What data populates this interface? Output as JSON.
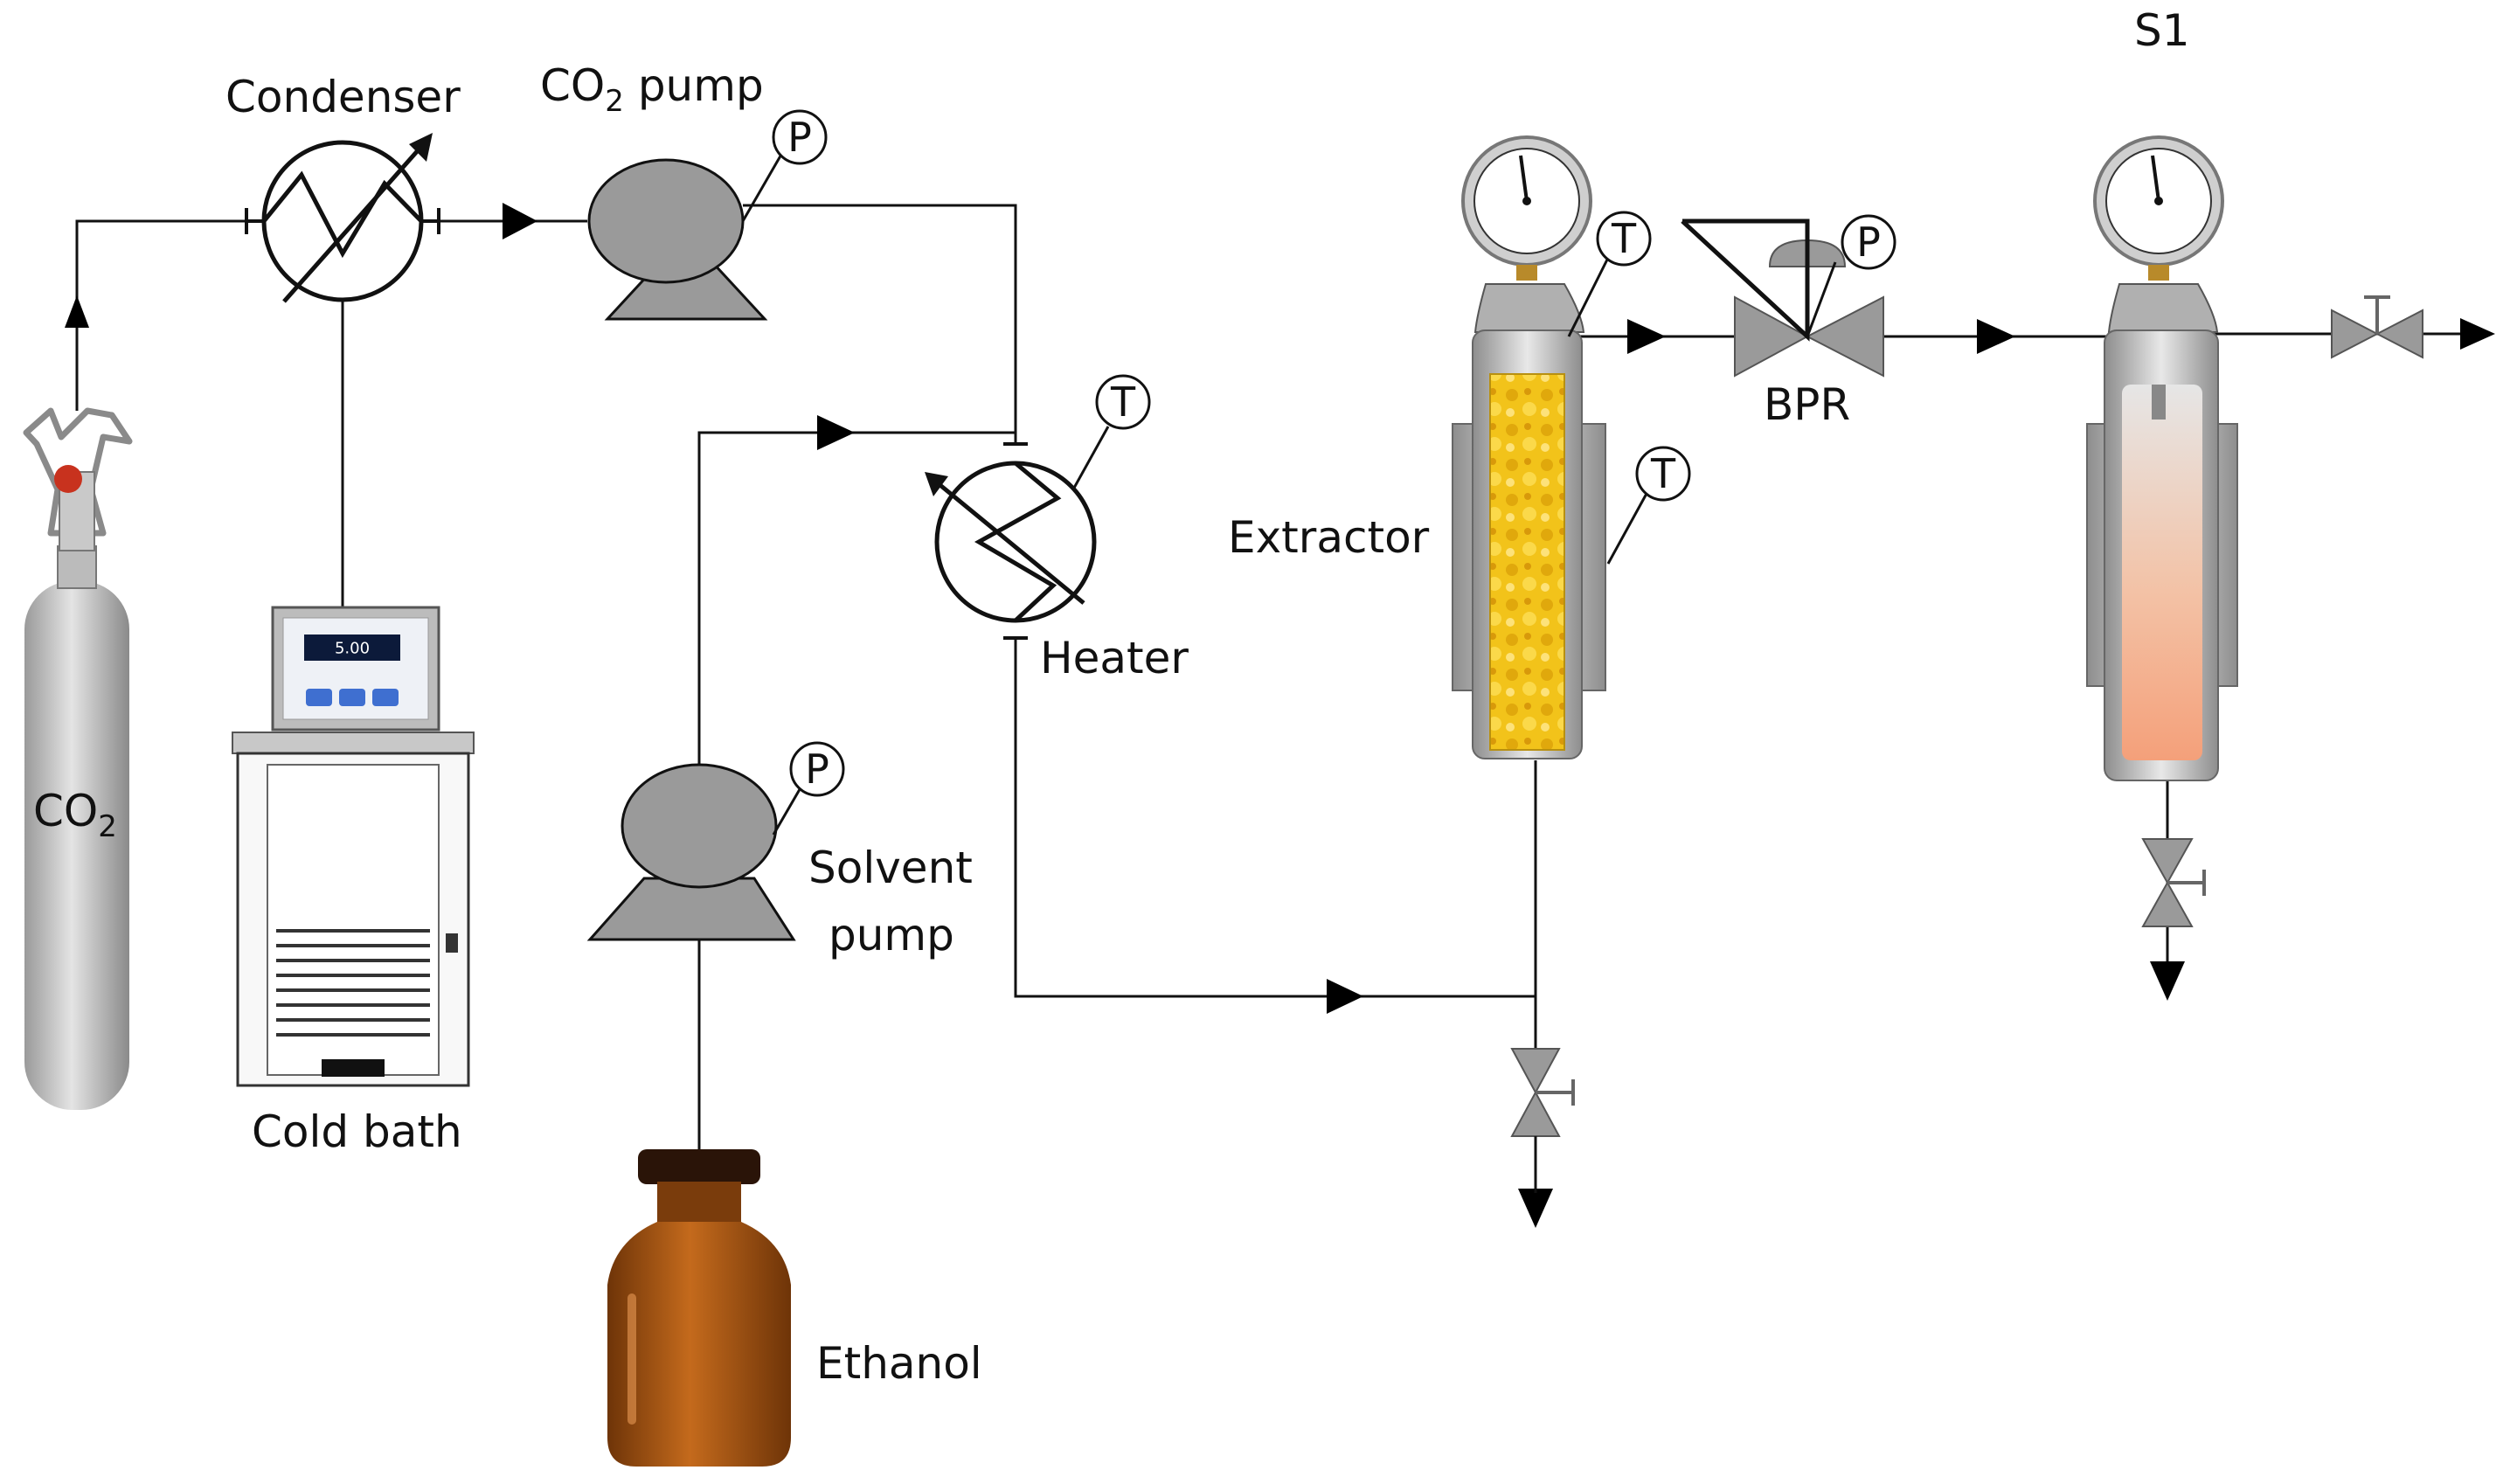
{
  "labels": {
    "condenser": "Condenser",
    "co2_pump_pre": "CO",
    "co2_pump_sub": "2",
    "co2_pump_post": " pump",
    "co2_cylinder_pre": "CO",
    "co2_cylinder_sub": "2",
    "cold_bath": "Cold bath",
    "heater": "Heater",
    "solvent_pump_line1": "Solvent",
    "solvent_pump_line2": "pump",
    "ethanol": "Ethanol",
    "extractor": "Extractor",
    "bpr": "BPR",
    "separator": "S1"
  },
  "instrument_tags": {
    "co2_pump_pressure": "P",
    "heater_temperature": "T",
    "solvent_pump_pressure": "P",
    "extractor_top_temperature": "T",
    "extractor_jacket_temperature": "T",
    "bpr_pressure": "P"
  },
  "cold_bath_display": "5.00",
  "colors": {
    "line": "#111111",
    "equipment_gray": "#9a9a9a",
    "extractor_packing": "#f2c31a",
    "separator_liquid": "#f4a07a",
    "ethanol_bottle": "#9a4e10"
  }
}
